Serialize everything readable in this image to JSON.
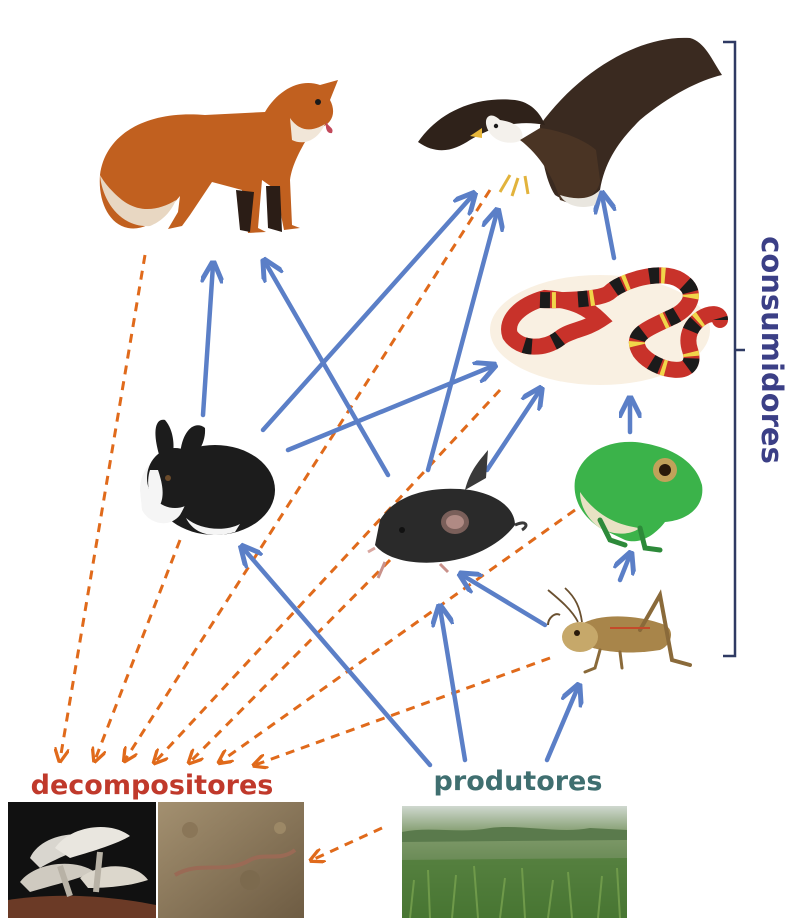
{
  "labels": {
    "consumers": "consumidores",
    "decomposers": "decompositores",
    "producers": "produtores"
  },
  "colors": {
    "feeding_arrow": "#5b7fc7",
    "decomposition_arrow": "#e06a1b",
    "decomposers_text": "#c0392b",
    "producers_text": "#3f6f70",
    "consumers_text": "#3b3f86",
    "bracket": "#2f3a63"
  },
  "organisms": [
    {
      "id": "fox",
      "icon": "fox-icon",
      "group": "consumidores"
    },
    {
      "id": "eagle",
      "icon": "eagle-icon",
      "group": "consumidores"
    },
    {
      "id": "snake",
      "icon": "snake-icon",
      "group": "consumidores"
    },
    {
      "id": "rabbit",
      "icon": "rabbit-icon",
      "group": "consumidores"
    },
    {
      "id": "mouse",
      "icon": "mouse-icon",
      "group": "consumidores"
    },
    {
      "id": "frog",
      "icon": "frog-icon",
      "group": "consumidores"
    },
    {
      "id": "grasshopper",
      "icon": "grasshopper-icon",
      "group": "consumidores"
    },
    {
      "id": "grass",
      "icon": "grass-field-icon",
      "group": "produtores"
    },
    {
      "id": "mushroom",
      "icon": "mushroom-icon",
      "group": "decompositores"
    },
    {
      "id": "soil",
      "icon": "soil-worm-icon",
      "group": "decompositores"
    }
  ],
  "feeding_links": [
    [
      "rabbit",
      "fox"
    ],
    [
      "mouse",
      "fox"
    ],
    [
      "rabbit",
      "eagle"
    ],
    [
      "mouse",
      "eagle"
    ],
    [
      "snake",
      "eagle"
    ],
    [
      "rabbit",
      "snake"
    ],
    [
      "mouse",
      "snake"
    ],
    [
      "frog",
      "snake"
    ],
    [
      "grasshopper",
      "frog"
    ],
    [
      "grasshopper",
      "mouse"
    ],
    [
      "grass",
      "rabbit"
    ],
    [
      "grass",
      "mouse"
    ],
    [
      "grass",
      "grasshopper"
    ]
  ],
  "decomposition_links": [
    [
      "fox",
      "decompositores"
    ],
    [
      "rabbit",
      "decompositores"
    ],
    [
      "eagle",
      "decompositores"
    ],
    [
      "snake",
      "decompositores"
    ],
    [
      "mouse",
      "decompositores"
    ],
    [
      "frog",
      "decompositores"
    ],
    [
      "grasshopper",
      "decompositores"
    ],
    [
      "grass",
      "decompositores"
    ]
  ]
}
